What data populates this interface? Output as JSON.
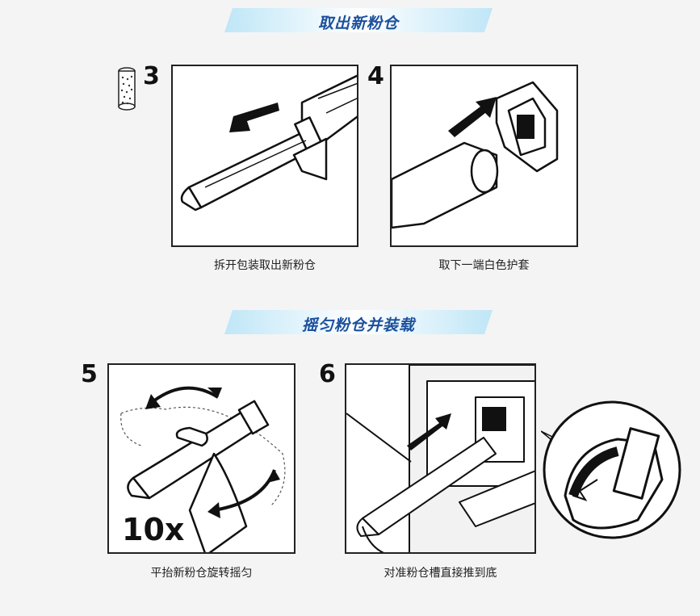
{
  "section1": {
    "title": "取出新粉仓"
  },
  "section2": {
    "title": "摇匀粉仓并装载"
  },
  "steps": [
    {
      "number": "3",
      "caption": "拆开包装取出新粉仓"
    },
    {
      "number": "4",
      "caption": "取下一端白色护套"
    },
    {
      "number": "5",
      "caption": "平抬新粉仓旋转摇匀",
      "multiplier": "10x"
    },
    {
      "number": "6",
      "caption": "对准粉仓槽直接推到底"
    }
  ],
  "colors": {
    "banner_accent": "#5bc0e8",
    "banner_text": "#1b4f9c"
  }
}
